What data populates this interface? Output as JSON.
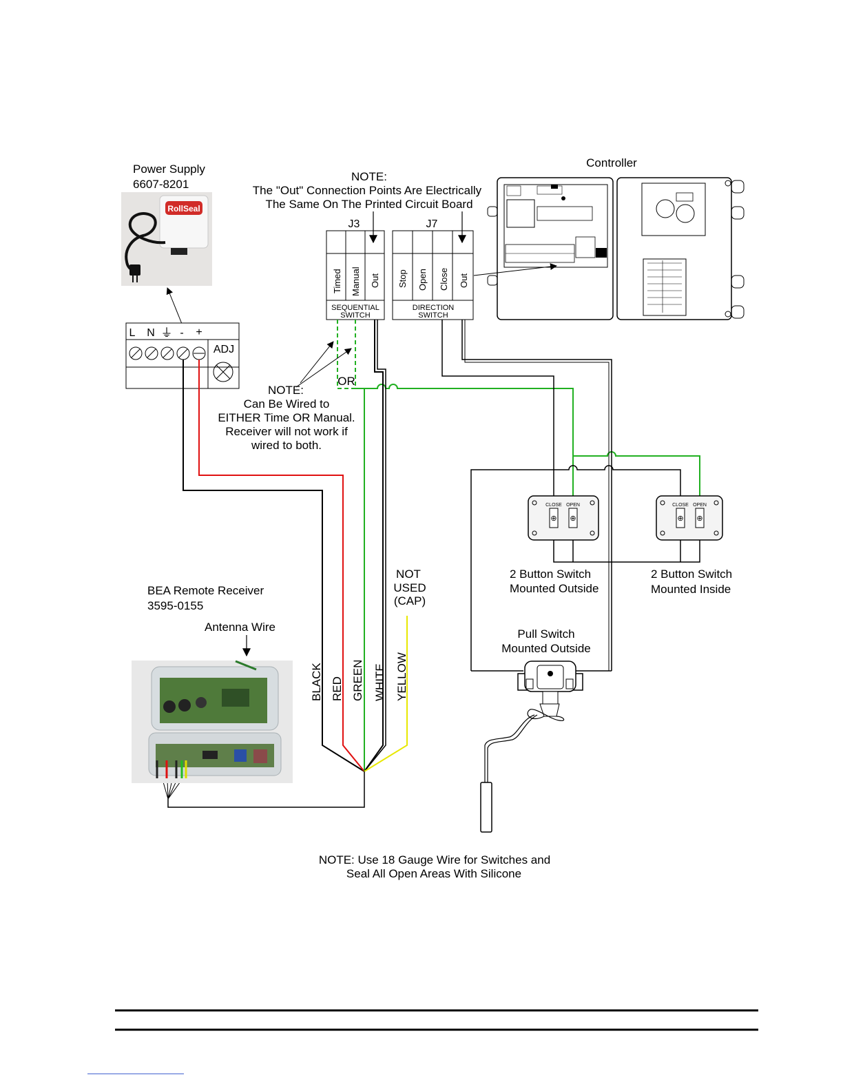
{
  "controller": {
    "title": "Controller"
  },
  "power_supply": {
    "title": "Power Supply",
    "part_number": "6607-8201",
    "brand_logo": "RollSeal",
    "terminals": [
      "L",
      "N",
      "⏚",
      "-",
      "+"
    ],
    "adj_label": "ADJ"
  },
  "note_out": {
    "heading": "NOTE:",
    "line1": "The \"Out\" Connection Points Are Electrically",
    "line2": "The Same On The Printed Circuit Board"
  },
  "j3": {
    "label": "J3",
    "pins": [
      "Timed",
      "Manual",
      "Out"
    ],
    "caption_line1": "SEQUENTIAL",
    "caption_line2": "SWITCH"
  },
  "j7": {
    "label": "J7",
    "pins": [
      "Stop",
      "Open",
      "Close",
      "Out"
    ],
    "caption_line1": "DIRECTION",
    "caption_line2": "SWITCH"
  },
  "or_label": "OR",
  "note_wiring": {
    "heading": "NOTE:",
    "line1": "Can Be Wired to",
    "line2": "EITHER Time OR Manual.",
    "line3": "Receiver will not work if",
    "line4": "wired to both."
  },
  "switch_outside": {
    "line1": "2 Button Switch",
    "line2": "Mounted Outside",
    "close": "CLOSE",
    "open": "OPEN"
  },
  "switch_inside": {
    "line1": "2 Button Switch",
    "line2": "Mounted Inside",
    "close": "CLOSE",
    "open": "OPEN"
  },
  "pull_switch": {
    "line1": "Pull Switch",
    "line2": "Mounted Outside"
  },
  "receiver": {
    "title": "BEA Remote Receiver",
    "part_number": "3595-0155",
    "antenna": "Antenna Wire"
  },
  "not_used": {
    "line1": "NOT",
    "line2": "USED",
    "line3": "(CAP)"
  },
  "wires": [
    {
      "label": "BLACK",
      "color": "#000000"
    },
    {
      "label": "RED",
      "color": "#e01010"
    },
    {
      "label": "GREEN",
      "color": "#21b021"
    },
    {
      "label": "WHITE",
      "color": "#000000"
    },
    {
      "label": "YELLOW",
      "color": "#e8e800"
    }
  ],
  "bottom_note": {
    "line1": "NOTE: Use 18 Gauge Wire for  Switches and",
    "line2": "Seal All  Open Areas With Silicone"
  }
}
